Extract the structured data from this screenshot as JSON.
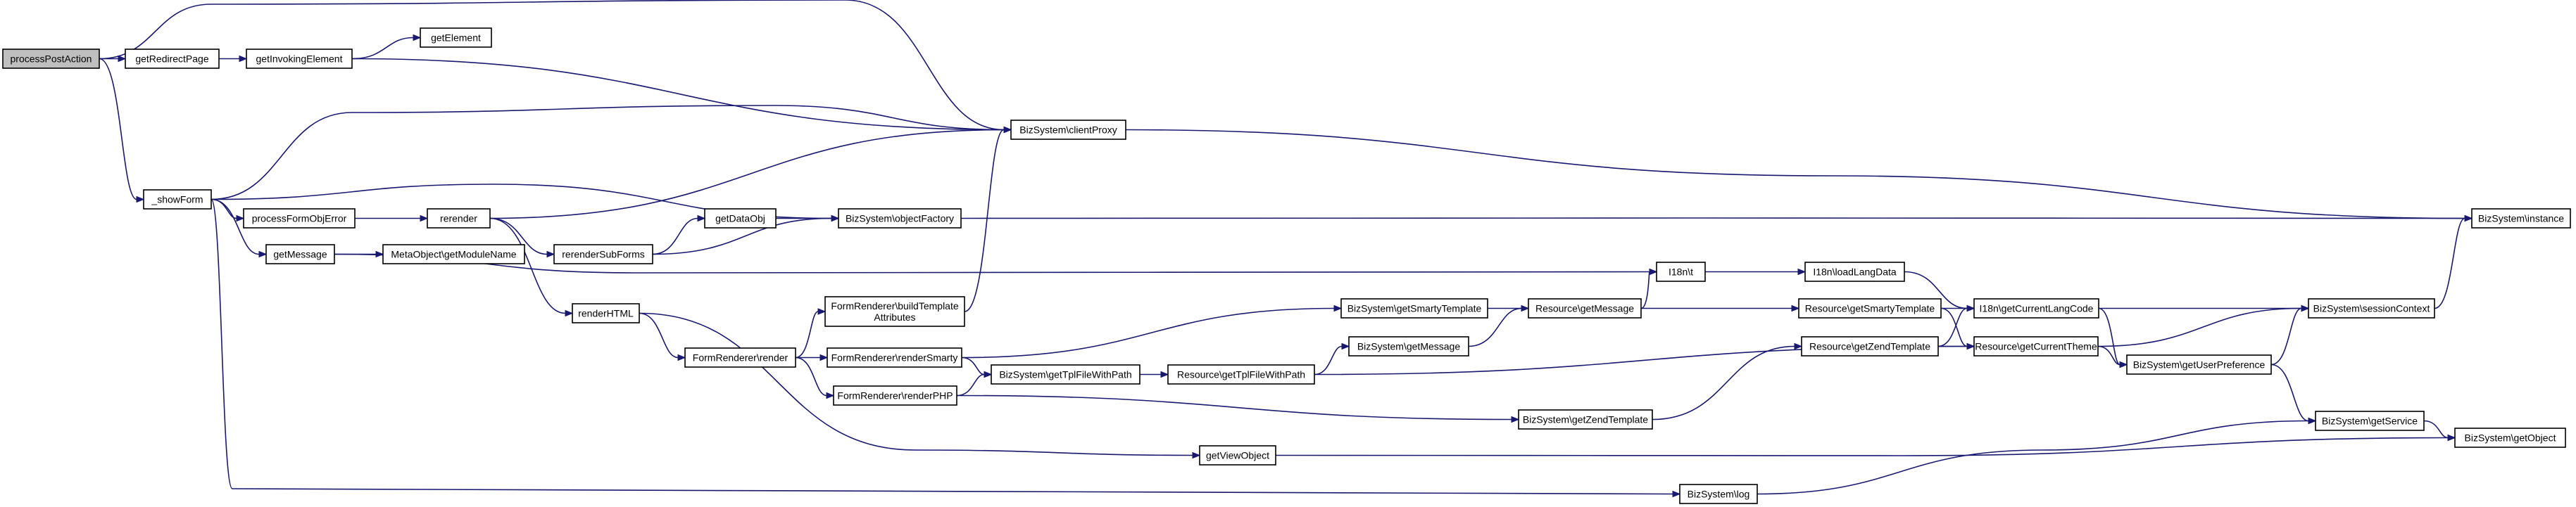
{
  "graph": {
    "nodes": [
      {
        "id": "processPostAction",
        "label": "processPostAction",
        "root": true
      },
      {
        "id": "getRedirectPage",
        "label": "getRedirectPage"
      },
      {
        "id": "getInvokingElement",
        "label": "getInvokingElement"
      },
      {
        "id": "getElement",
        "label": "getElement"
      },
      {
        "id": "showForm",
        "label": "_showForm"
      },
      {
        "id": "processFormObjError",
        "label": "processFormObjError"
      },
      {
        "id": "getMessage",
        "label": "getMessage"
      },
      {
        "id": "rerender",
        "label": "rerender"
      },
      {
        "id": "getModuleName",
        "label": "MetaObject\\getModuleName"
      },
      {
        "id": "rerenderSubForms",
        "label": "rerenderSubForms"
      },
      {
        "id": "getDataObj",
        "label": "getDataObj"
      },
      {
        "id": "clientProxy",
        "label": "BizSystem\\clientProxy"
      },
      {
        "id": "objectFactory",
        "label": "BizSystem\\objectFactory"
      },
      {
        "id": "renderHTML",
        "label": "renderHTML"
      },
      {
        "id": "frRender",
        "label": "FormRenderer\\render"
      },
      {
        "id": "frBuildTemplate",
        "label": [
          "FormRenderer\\buildTemplate",
          "Attributes"
        ]
      },
      {
        "id": "frRenderSmarty",
        "label": "FormRenderer\\renderSmarty"
      },
      {
        "id": "frRenderPHP",
        "label": "FormRenderer\\renderPHP"
      },
      {
        "id": "bsGetTplFileWithPath",
        "label": "BizSystem\\getTplFileWithPath"
      },
      {
        "id": "resGetTplFileWithPath",
        "label": "Resource\\getTplFileWithPath"
      },
      {
        "id": "bsGetSmartyTemplate",
        "label": "BizSystem\\getSmartyTemplate"
      },
      {
        "id": "bsGetMessage",
        "label": "BizSystem\\getMessage"
      },
      {
        "id": "resGetMessage",
        "label": "Resource\\getMessage"
      },
      {
        "id": "i18nT",
        "label": "I18n\\t"
      },
      {
        "id": "i18nLoadLangData",
        "label": "I18n\\loadLangData"
      },
      {
        "id": "resGetSmartyTemplate",
        "label": "Resource\\getSmartyTemplate"
      },
      {
        "id": "i18nGetCurrentLangCode",
        "label": "I18n\\getCurrentLangCode"
      },
      {
        "id": "resGetZendTemplate",
        "label": "Resource\\getZendTemplate"
      },
      {
        "id": "resGetCurrentTheme",
        "label": "Resource\\getCurrentTheme"
      },
      {
        "id": "bsGetZendTemplate",
        "label": "BizSystem\\getZendTemplate"
      },
      {
        "id": "getViewObject",
        "label": "getViewObject"
      },
      {
        "id": "bsLog",
        "label": "BizSystem\\log"
      },
      {
        "id": "bsInstance",
        "label": "BizSystem\\instance"
      },
      {
        "id": "bsSessionContext",
        "label": "BizSystem\\sessionContext"
      },
      {
        "id": "bsGetUserPreference",
        "label": "BizSystem\\getUserPreference"
      },
      {
        "id": "bsGetService",
        "label": "BizSystem\\getService"
      },
      {
        "id": "bsGetObject",
        "label": "BizSystem\\getObject"
      }
    ],
    "edges": [
      [
        "processPostAction",
        "getRedirectPage"
      ],
      [
        "processPostAction",
        "clientProxy"
      ],
      [
        "processPostAction",
        "showForm"
      ],
      [
        "getRedirectPage",
        "getInvokingElement"
      ],
      [
        "getInvokingElement",
        "getElement"
      ],
      [
        "getInvokingElement",
        "clientProxy"
      ],
      [
        "showForm",
        "clientProxy"
      ],
      [
        "showForm",
        "objectFactory"
      ],
      [
        "showForm",
        "processFormObjError"
      ],
      [
        "showForm",
        "getMessage"
      ],
      [
        "showForm",
        "bsLog"
      ],
      [
        "processFormObjError",
        "rerender"
      ],
      [
        "rerender",
        "clientProxy"
      ],
      [
        "rerender",
        "rerenderSubForms"
      ],
      [
        "rerender",
        "renderHTML"
      ],
      [
        "rerenderSubForms",
        "getDataObj"
      ],
      [
        "rerenderSubForms",
        "objectFactory"
      ],
      [
        "getDataObj",
        "objectFactory"
      ],
      [
        "getMessage",
        "getModuleName"
      ],
      [
        "getMessage",
        "i18nT"
      ],
      [
        "clientProxy",
        "bsInstance"
      ],
      [
        "objectFactory",
        "bsInstance"
      ],
      [
        "renderHTML",
        "frRender"
      ],
      [
        "renderHTML",
        "getViewObject"
      ],
      [
        "frRender",
        "frBuildTemplate"
      ],
      [
        "frRender",
        "frRenderSmarty"
      ],
      [
        "frRender",
        "frRenderPHP"
      ],
      [
        "frBuildTemplate",
        "clientProxy"
      ],
      [
        "frRenderSmarty",
        "bsGetSmartyTemplate"
      ],
      [
        "frRenderSmarty",
        "bsGetTplFileWithPath"
      ],
      [
        "frRenderPHP",
        "bsGetTplFileWithPath"
      ],
      [
        "frRenderPHP",
        "bsGetZendTemplate"
      ],
      [
        "bsGetTplFileWithPath",
        "resGetTplFileWithPath"
      ],
      [
        "resGetTplFileWithPath",
        "bsGetMessage"
      ],
      [
        "resGetTplFileWithPath",
        "resGetCurrentTheme"
      ],
      [
        "bsGetSmartyTemplate",
        "resGetSmartyTemplate"
      ],
      [
        "bsGetMessage",
        "resGetMessage"
      ],
      [
        "resGetMessage",
        "i18nT"
      ],
      [
        "i18nT",
        "i18nLoadLangData"
      ],
      [
        "i18nLoadLangData",
        "i18nGetCurrentLangCode"
      ],
      [
        "resGetSmartyTemplate",
        "i18nGetCurrentLangCode"
      ],
      [
        "resGetSmartyTemplate",
        "resGetCurrentTheme"
      ],
      [
        "bsGetZendTemplate",
        "resGetZendTemplate"
      ],
      [
        "resGetZendTemplate",
        "i18nGetCurrentLangCode"
      ],
      [
        "resGetZendTemplate",
        "resGetCurrentTheme"
      ],
      [
        "i18nGetCurrentLangCode",
        "bsSessionContext"
      ],
      [
        "i18nGetCurrentLangCode",
        "bsGetUserPreference"
      ],
      [
        "resGetCurrentTheme",
        "bsSessionContext"
      ],
      [
        "resGetCurrentTheme",
        "bsGetUserPreference"
      ],
      [
        "getViewObject",
        "bsGetObject"
      ],
      [
        "bsLog",
        "bsGetService"
      ],
      [
        "bsSessionContext",
        "bsInstance"
      ],
      [
        "bsGetUserPreference",
        "bsSessionContext"
      ],
      [
        "bsGetUserPreference",
        "bsGetService"
      ],
      [
        "bsGetService",
        "bsGetObject"
      ]
    ]
  }
}
